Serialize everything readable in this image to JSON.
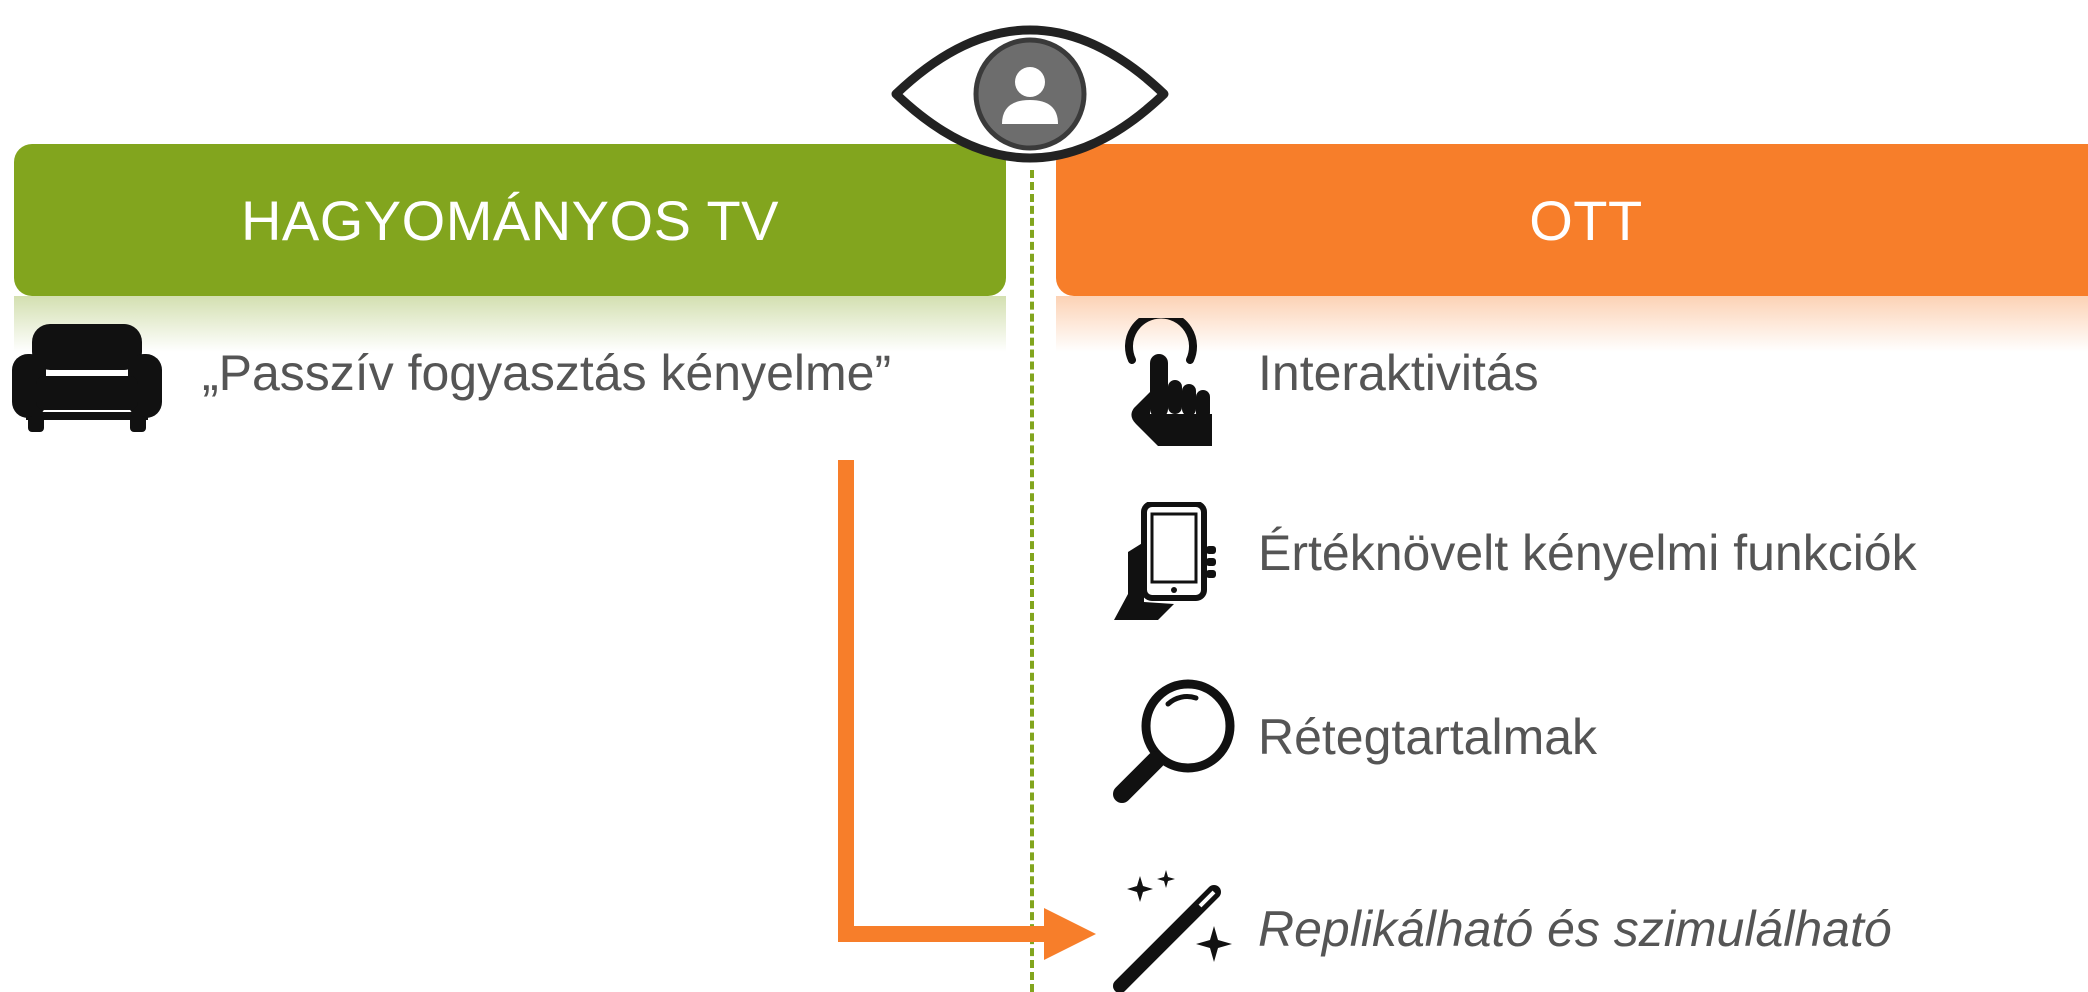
{
  "left_panel": {
    "title": "HAGYOMÁNYOS TV",
    "color": "#82a51e",
    "item": {
      "icon": "sofa-icon",
      "label": "„Passzív fogyasztás kényelme”"
    }
  },
  "right_panel": {
    "title": "OTT",
    "color": "#f77e2a",
    "items": [
      {
        "icon": "touch-hand-icon",
        "label": "Interaktivitás"
      },
      {
        "icon": "smartphone-hand-icon",
        "label": "Értéknövelt kényelmi funkciók"
      },
      {
        "icon": "magnifier-icon",
        "label": "Rétegtartalmak"
      },
      {
        "icon": "magic-wand-icon",
        "label": "Replikálható és szimulálható"
      }
    ]
  },
  "center": {
    "icon": "eye-user-icon"
  },
  "arrow_color": "#f77e2a"
}
